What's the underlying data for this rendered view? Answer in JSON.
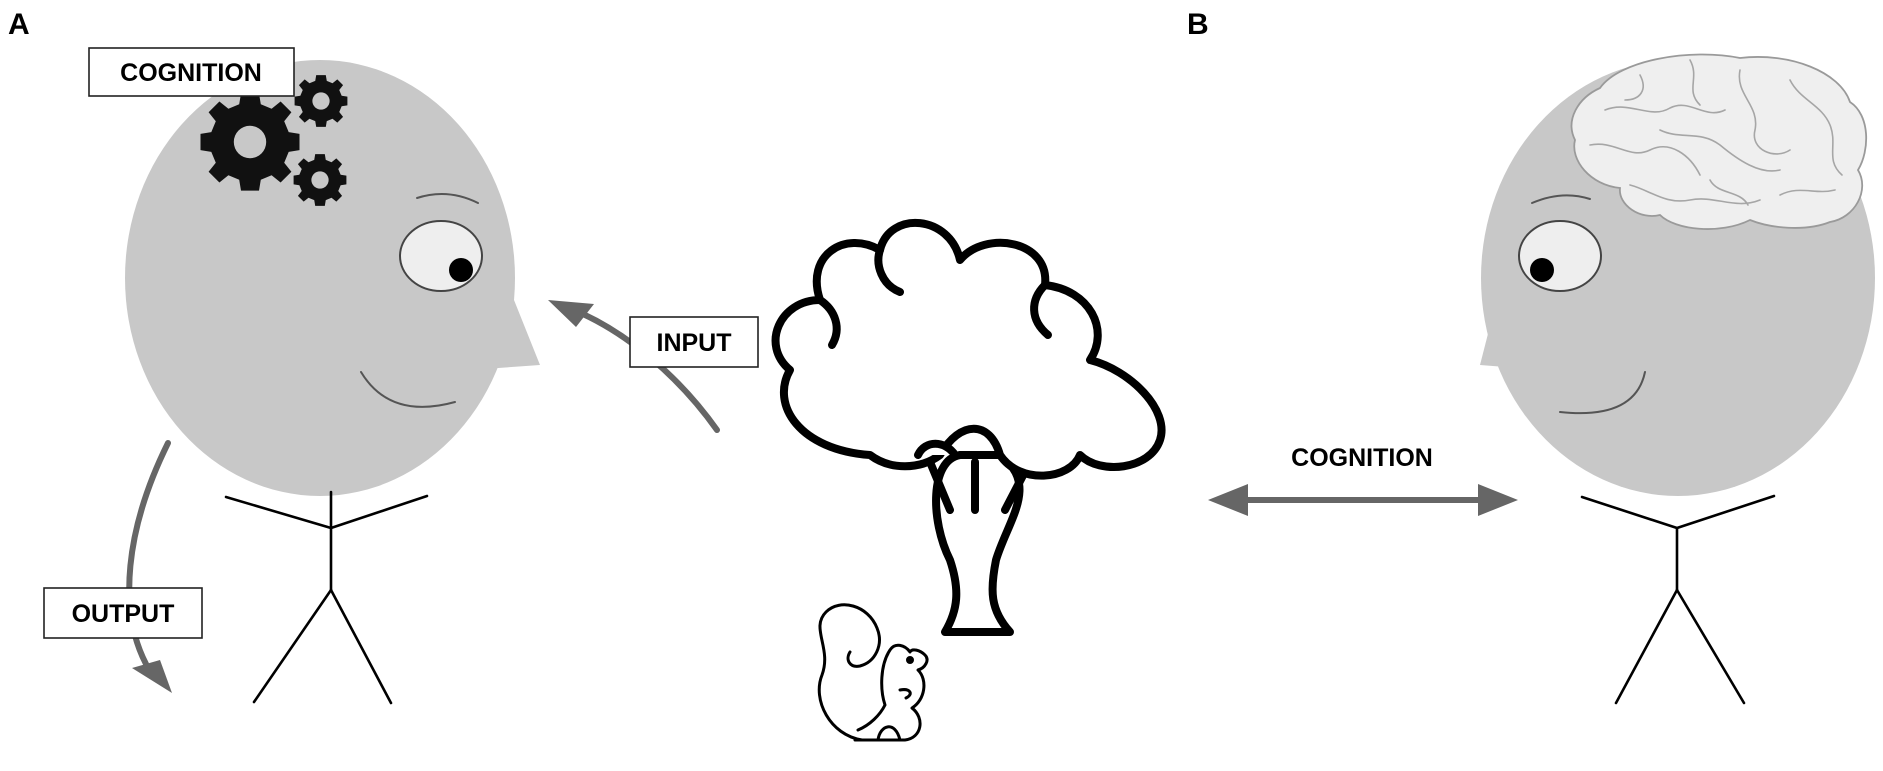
{
  "panels": {
    "a": {
      "letter": "A",
      "cognition_label": "COGNITION",
      "input_label": "INPUT",
      "output_label": "OUTPUT"
    },
    "b": {
      "letter": "B",
      "cognition_label": "COGNITION"
    }
  },
  "icons": {
    "gears": "gear-icon",
    "brain": "brain-icon",
    "tree": "tree-icon",
    "squirrel": "squirrel-icon"
  },
  "colors": {
    "head_fill": "#c8c8c8",
    "arrow": "#666666",
    "brain_fill": "#efefef"
  }
}
